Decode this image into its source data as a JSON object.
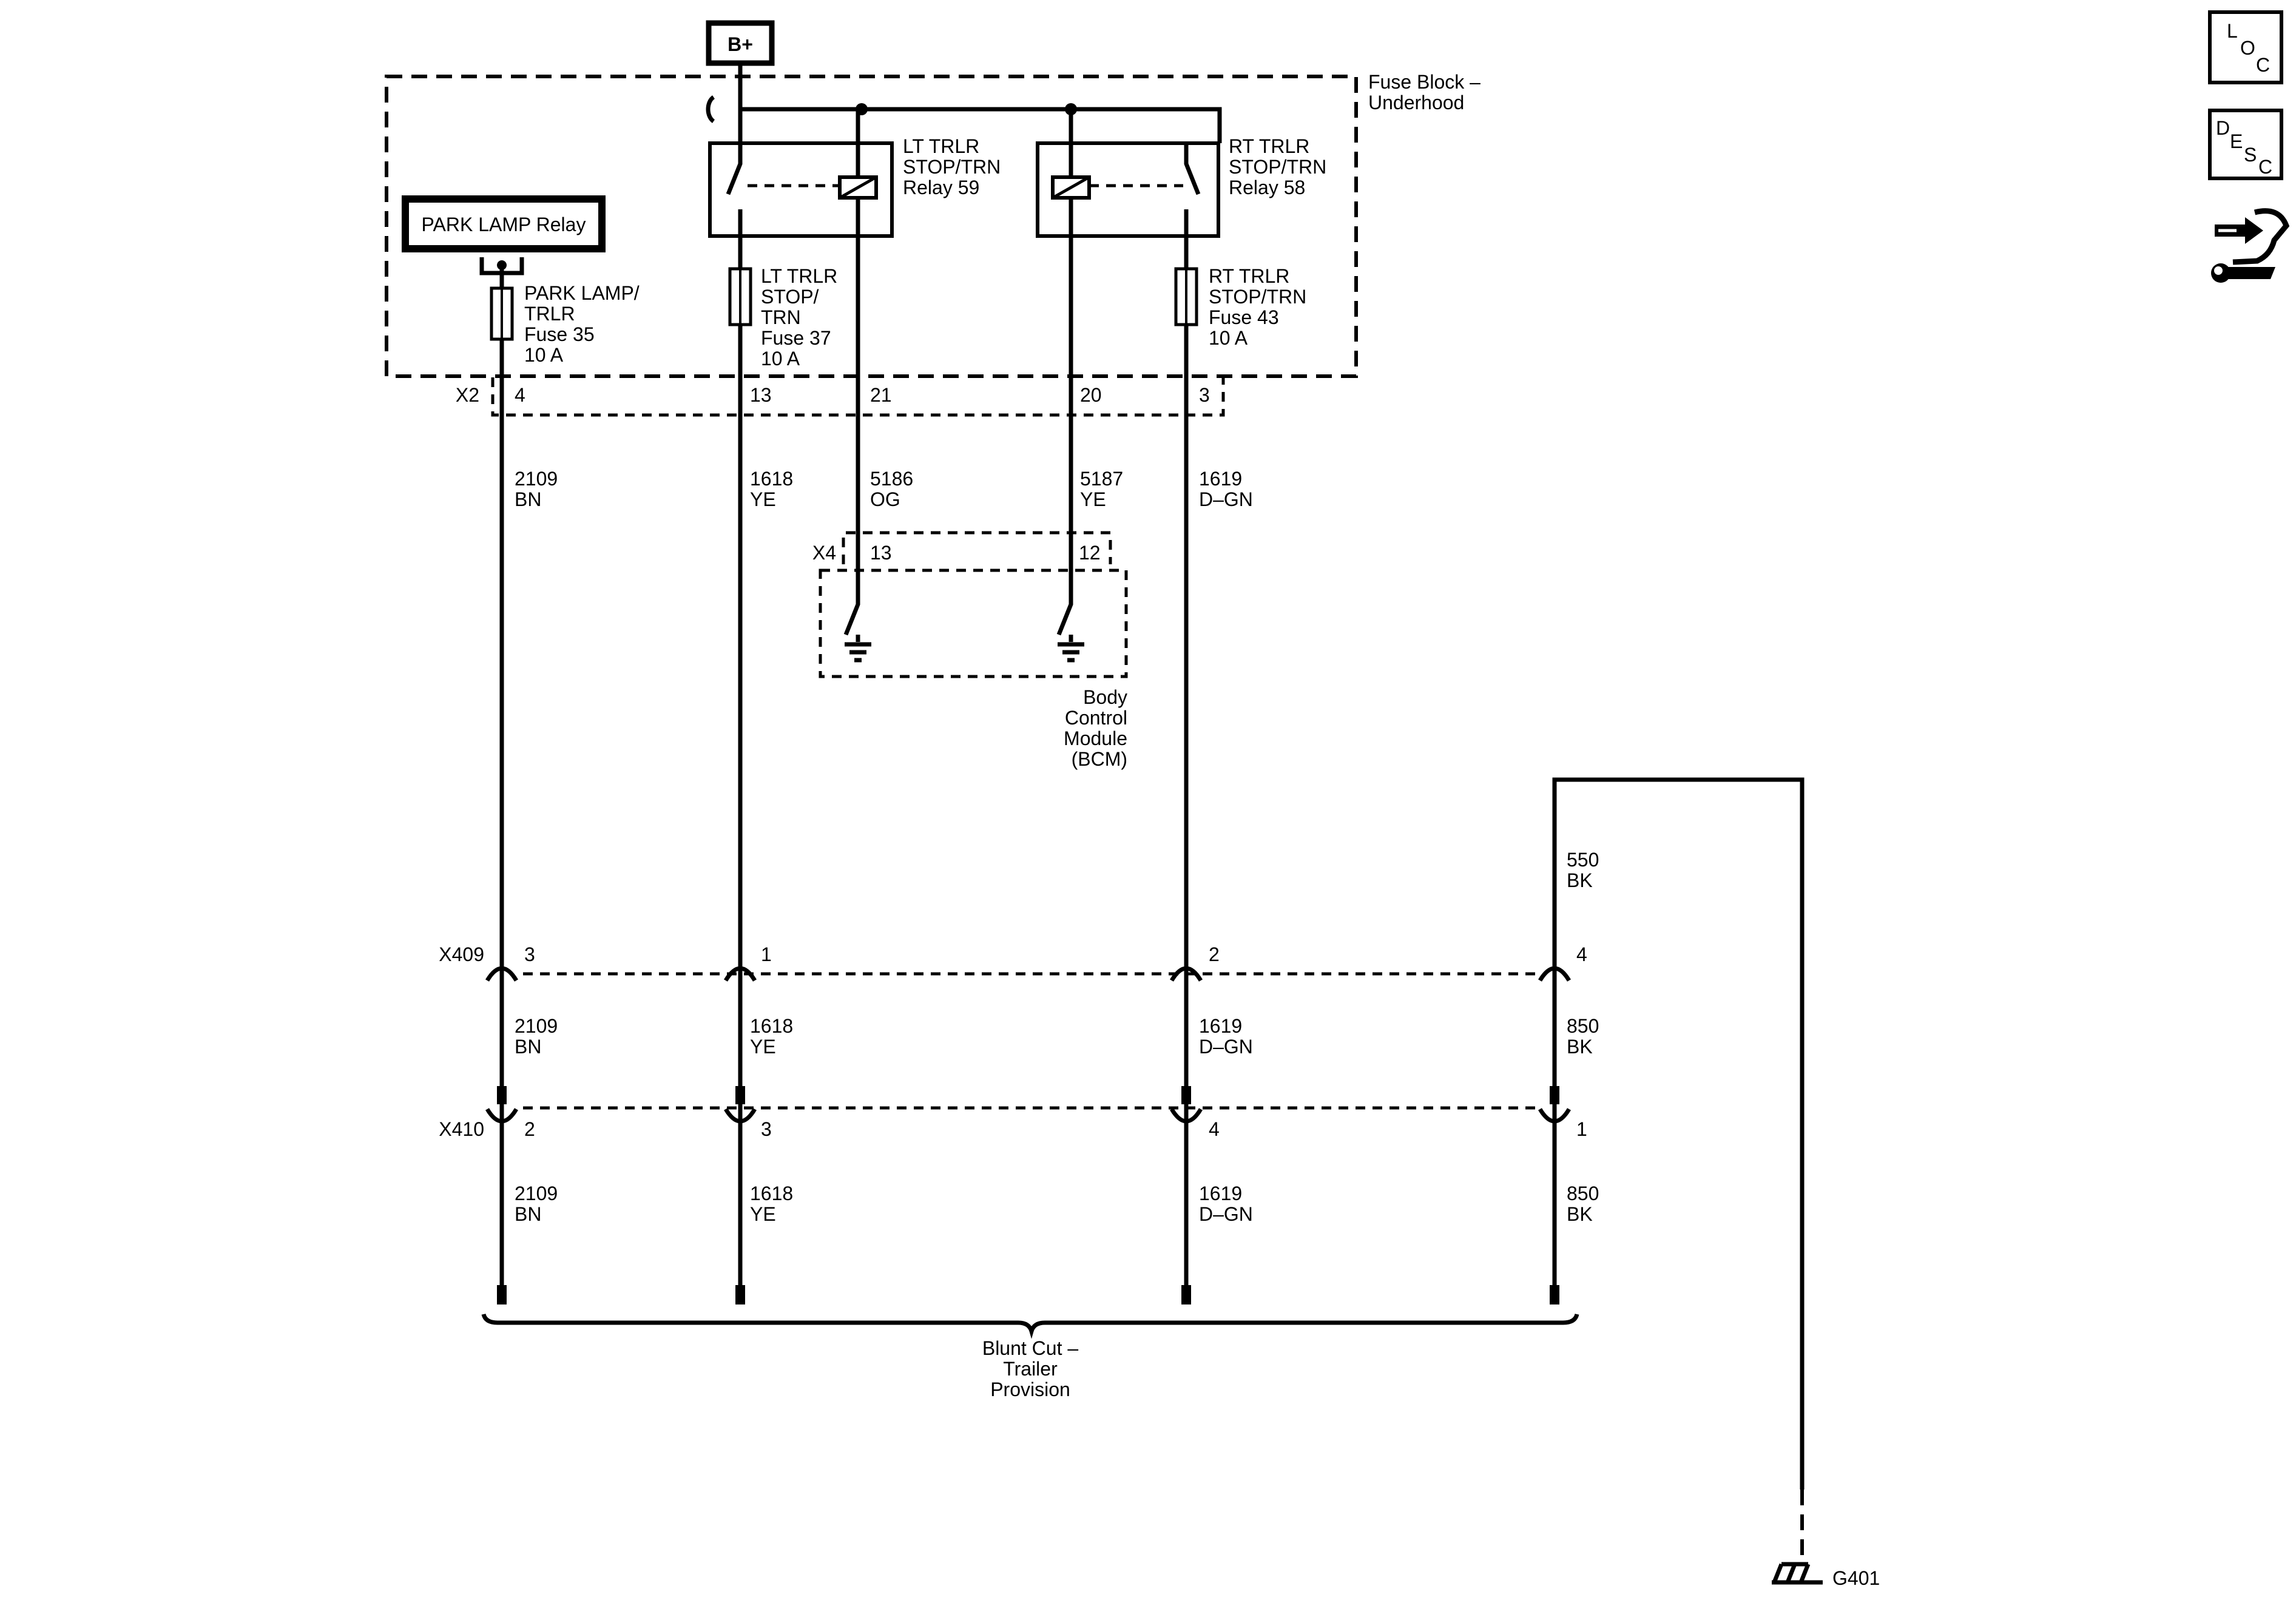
{
  "power": {
    "label": "B+"
  },
  "fuse_block": {
    "line1": "Fuse Block –",
    "line2": "Underhood",
    "connector": "X2"
  },
  "park_lamp_relay": {
    "label": "PARK LAMP Relay"
  },
  "relays": [
    {
      "lines": [
        "LT TRLR",
        "STOP/TRN",
        "Relay 59"
      ]
    },
    {
      "lines": [
        "RT TRLR",
        "STOP/TRN",
        "Relay 58"
      ]
    }
  ],
  "fuses": [
    {
      "lines": [
        "PARK LAMP/",
        "TRLR",
        "Fuse 35",
        "10 A"
      ]
    },
    {
      "lines": [
        "LT TRLR",
        "STOP/",
        "TRN",
        "Fuse 37",
        "10 A"
      ]
    },
    {
      "lines": [
        "RT TRLR",
        "STOP/TRN",
        "Fuse 43",
        "10 A"
      ]
    }
  ],
  "x2_pins": [
    "4",
    "13",
    "21",
    "20",
    "3"
  ],
  "wires_upper": [
    {
      "circuit": "2109",
      "color": "BN"
    },
    {
      "circuit": "1618",
      "color": "YE"
    },
    {
      "circuit": "5186",
      "color": "OG"
    },
    {
      "circuit": "5187",
      "color": "YE"
    },
    {
      "circuit": "1619",
      "color": "D–GN"
    }
  ],
  "bcm": {
    "connector": "X4",
    "pins": [
      "13",
      "12"
    ],
    "lines": [
      "Body",
      "Control",
      "Module",
      "(BCM)"
    ]
  },
  "ground_wire": {
    "circuit": "550",
    "color": "BK"
  },
  "x409": {
    "label": "X409",
    "pins": [
      "3",
      "1",
      "2",
      "4"
    ],
    "wires": [
      {
        "circuit": "2109",
        "color": "BN"
      },
      {
        "circuit": "1618",
        "color": "YE"
      },
      {
        "circuit": "1619",
        "color": "D–GN"
      },
      {
        "circuit": "850",
        "color": "BK"
      }
    ]
  },
  "x410": {
    "label": "X410",
    "pins": [
      "2",
      "3",
      "4",
      "1"
    ],
    "wires": [
      {
        "circuit": "2109",
        "color": "BN"
      },
      {
        "circuit": "1618",
        "color": "YE"
      },
      {
        "circuit": "1619",
        "color": "D–GN"
      },
      {
        "circuit": "850",
        "color": "BK"
      }
    ]
  },
  "blunt_cut": {
    "lines": [
      "Blunt Cut –",
      "Trailer",
      "Provision"
    ]
  },
  "ground": {
    "label": "G401"
  },
  "side_icons": [
    {
      "name": "loc-icon",
      "letters": [
        "L",
        "O",
        "C"
      ]
    },
    {
      "name": "desc-icon",
      "letters": [
        "D",
        "E",
        "S",
        "C"
      ]
    },
    {
      "name": "connector-wrench-icon"
    }
  ]
}
